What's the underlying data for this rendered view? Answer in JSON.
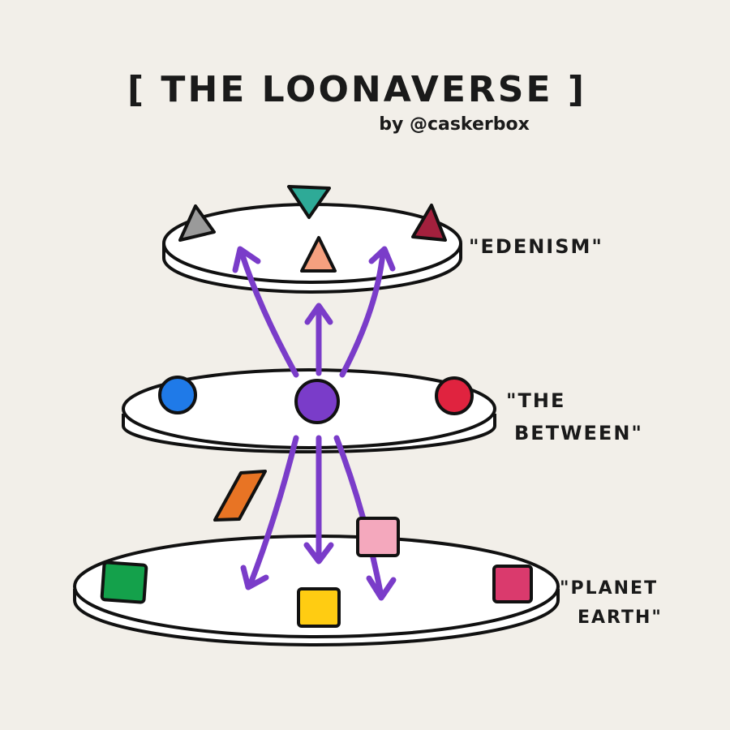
{
  "title": "[ THE LOONAVERSE ]",
  "byline": "by @caskerbox",
  "levels": [
    {
      "label_lines": [
        "\"EDENISM\""
      ],
      "shape": "triangle",
      "items": [
        {
          "color": "#9a9a9a"
        },
        {
          "color": "#2eaa97"
        },
        {
          "color": "#a3203d"
        },
        {
          "color": "#f5a07f"
        }
      ]
    },
    {
      "label_lines": [
        "\"THE",
        "BETWEEN\""
      ],
      "shape": "circle",
      "items": [
        {
          "color": "#1f7ae8"
        },
        {
          "color": "#7a3cc9"
        },
        {
          "color": "#e0233f"
        }
      ]
    },
    {
      "label_lines": [
        "\"PLANET",
        "EARTH\""
      ],
      "shape": "square",
      "items": [
        {
          "color": "#e87424"
        },
        {
          "color": "#f4a8bd"
        },
        {
          "color": "#14a14b"
        },
        {
          "color": "#ffcc12"
        },
        {
          "color": "#da3a6d"
        }
      ]
    }
  ],
  "arrow_color": "#7a3cc9"
}
